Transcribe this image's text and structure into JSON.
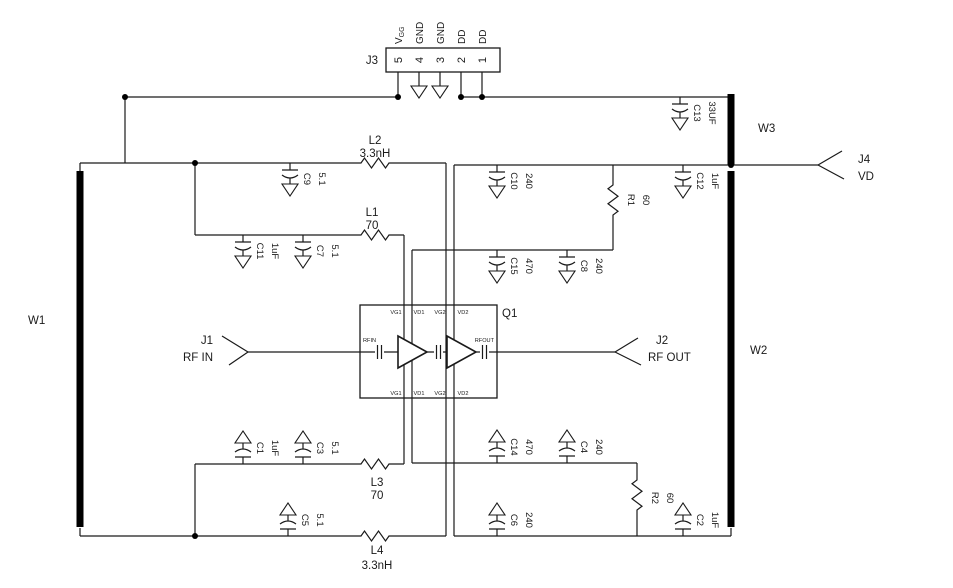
{
  "schematic": {
    "connector_j3": {
      "label": "J3",
      "pins": [
        {
          "number": "5",
          "signal": "VGG",
          "signal_base": "V",
          "signal_sub": "GG"
        },
        {
          "number": "4",
          "signal": "GND"
        },
        {
          "number": "3",
          "signal": "GND"
        },
        {
          "number": "2",
          "signal": "DD"
        },
        {
          "number": "1",
          "signal": "DD"
        }
      ]
    },
    "ports": {
      "j1": {
        "label": "J1",
        "signal": "RF IN"
      },
      "j2": {
        "label": "J2",
        "signal": "RF OUT"
      },
      "j4": {
        "label": "J4",
        "signal": "VD"
      }
    },
    "wires": {
      "w1": "W1",
      "w2": "W2",
      "w3": "W3"
    },
    "ic_q1": {
      "label": "Q1",
      "input_pin": "RFIN",
      "output_pin": "RFOUT",
      "top_pins": [
        "VG1",
        "VD1",
        "VG2",
        "VD2"
      ],
      "bottom_pins": [
        "VG1",
        "VD1",
        "VG2",
        "VD2"
      ]
    },
    "components": {
      "c1": {
        "name": "C1",
        "value": "1uF"
      },
      "c2": {
        "name": "C2",
        "value": "1uF"
      },
      "c3": {
        "name": "C3",
        "value": "5.1"
      },
      "c4": {
        "name": "C4",
        "value": "240"
      },
      "c5": {
        "name": "C5",
        "value": "5.1"
      },
      "c6": {
        "name": "C6",
        "value": "240"
      },
      "c7": {
        "name": "C7",
        "value": "5.1"
      },
      "c8": {
        "name": "C8",
        "value": "240"
      },
      "c9": {
        "name": "C9",
        "value": "5.1"
      },
      "c10": {
        "name": "C10",
        "value": "240"
      },
      "c11": {
        "name": "C11",
        "value": "1uF"
      },
      "c12": {
        "name": "C12",
        "value": "1uF"
      },
      "c13": {
        "name": "C13",
        "value": "33UF"
      },
      "c14": {
        "name": "C14",
        "value": "470"
      },
      "c15": {
        "name": "C15",
        "value": "470"
      },
      "l1": {
        "name": "L1",
        "value": "70"
      },
      "l2": {
        "name": "L2",
        "value": "3.3nH"
      },
      "l3": {
        "name": "L3",
        "value": "70"
      },
      "l4": {
        "name": "L4",
        "value": "3.3nH"
      },
      "r1": {
        "name": "R1",
        "value": "60"
      },
      "r2": {
        "name": "R2",
        "value": "60"
      }
    }
  }
}
